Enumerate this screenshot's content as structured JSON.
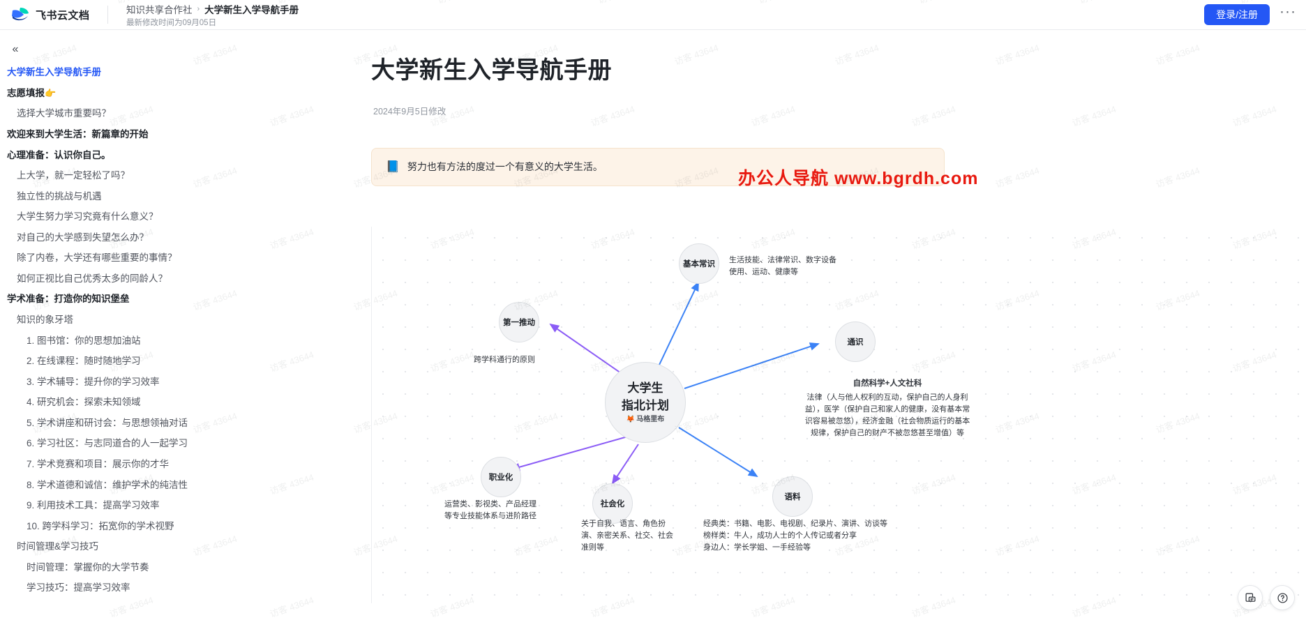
{
  "topbar": {
    "brand_name": "飞书云文档",
    "breadcrumb_parent": "知识共享合作社",
    "breadcrumb_separator": "›",
    "breadcrumb_current": "大学新生入学导航手册",
    "last_modified": "最新修改时间为09月05日",
    "login_label": "登录/注册",
    "more_label": "···"
  },
  "sidebar": {
    "collapse_icon": "«",
    "items": [
      {
        "label": "大学新生入学导航手册",
        "level": 0,
        "style": "active"
      },
      {
        "label": "志愿填报",
        "level": 0,
        "style": "bold",
        "emoji": "👉"
      },
      {
        "label": "选择大学城市重要吗？",
        "level": 1,
        "style": "normal"
      },
      {
        "label": "欢迎来到大学生活：新篇章的开始",
        "level": 0,
        "style": "bold"
      },
      {
        "label": "心理准备：认识你自己。",
        "level": 0,
        "style": "bold"
      },
      {
        "label": "上大学，就一定轻松了吗？",
        "level": 1,
        "style": "normal"
      },
      {
        "label": "独立性的挑战与机遇",
        "level": 1,
        "style": "normal"
      },
      {
        "label": "大学生努力学习究竟有什么意义？",
        "level": 1,
        "style": "normal"
      },
      {
        "label": "对自己的大学感到失望怎么办？",
        "level": 1,
        "style": "normal"
      },
      {
        "label": "除了内卷，大学还有哪些重要的事情？",
        "level": 1,
        "style": "normal"
      },
      {
        "label": "如何正视比自己优秀太多的同龄人？",
        "level": 1,
        "style": "normal"
      },
      {
        "label": "学术准备：打造你的知识堡垒",
        "level": 0,
        "style": "bold"
      },
      {
        "label": "知识的象牙塔",
        "level": 1,
        "style": "normal"
      },
      {
        "label": "1. 图书馆：你的思想加油站",
        "level": 2,
        "style": "normal"
      },
      {
        "label": "2. 在线课程：随时随地学习",
        "level": 2,
        "style": "normal"
      },
      {
        "label": "3. 学术辅导：提升你的学习效率",
        "level": 2,
        "style": "normal"
      },
      {
        "label": "4. 研究机会：探索未知领域",
        "level": 2,
        "style": "normal"
      },
      {
        "label": "5. 学术讲座和研讨会：与思想领袖对话",
        "level": 2,
        "style": "normal"
      },
      {
        "label": "6. 学习社区：与志同道合的人一起学习",
        "level": 2,
        "style": "normal"
      },
      {
        "label": "7. 学术竞赛和项目：展示你的才华",
        "level": 2,
        "style": "normal"
      },
      {
        "label": "8. 学术道德和诚信：维护学术的纯洁性",
        "level": 2,
        "style": "normal"
      },
      {
        "label": "9. 利用技术工具：提高学习效率",
        "level": 2,
        "style": "normal"
      },
      {
        "label": "10. 跨学科学习：拓宽你的学术视野",
        "level": 2,
        "style": "normal"
      },
      {
        "label": "时间管理&学习技巧",
        "level": 1,
        "style": "normal"
      },
      {
        "label": "时间管理：掌握你的大学节奏",
        "level": 2,
        "style": "normal"
      },
      {
        "label": "学习技巧：提高学习效率",
        "level": 2,
        "style": "normal"
      }
    ]
  },
  "doc": {
    "title": "大学新生入学导航手册",
    "modified": "2024年9月5日修改",
    "callout_icon": "📘",
    "callout_text": "努力也有方法的度过一个有意义的大学生活。"
  },
  "overlay": {
    "red_text": "办公人导航  www.bgrdh.com"
  },
  "watermark": {
    "text": "访客 43644"
  },
  "mindmap": {
    "center": {
      "line1": "大学生",
      "line2": "指北计划",
      "author": "马格里布",
      "author_emoji": "🦊"
    },
    "nodes": [
      {
        "id": "jbcs",
        "label": "基本常识"
      },
      {
        "id": "dytd",
        "label": "第一推动"
      },
      {
        "id": "tongshi",
        "label": "通识"
      },
      {
        "id": "zhiyehua",
        "label": "职业化"
      },
      {
        "id": "shehuihua",
        "label": "社会化"
      },
      {
        "id": "yuliao",
        "label": "语料"
      }
    ],
    "texts": {
      "jbcs": "生活技能、法律常识、数字设备\n使用、运动、健康等",
      "dytd": "跨学科通行的原则",
      "tongshi_head": "自然科学+人文社科",
      "tongshi": "法律（人与他人权利的互动，保护自己的人身利\n益），医学（保护自己和家人的健康，没有基本常\n识容易被忽悠），经济金融（社会物质运行的基本\n规律，保护自己的财产不被忽悠甚至增值）等",
      "zhiyehua": "运营类、影视类、产品经理\n等专业技能体系与进阶路径",
      "shehuihua": "关于自我、语言、角色扮\n演、亲密关系、社交、社会\n准则等",
      "yuliao": "经典类：书籍、电影、电视剧、纪录片、演讲、访谈等\n榜样类：牛人，成功人士的个人传记或者分享\n身边人：学长学姐、一手经验等"
    },
    "edge_colors": {
      "purple": "#8b5cf6",
      "blue": "#3b82f6"
    }
  },
  "fabs": [
    {
      "name": "feedback",
      "glyph": "🗨"
    },
    {
      "name": "help",
      "glyph": "?"
    }
  ]
}
